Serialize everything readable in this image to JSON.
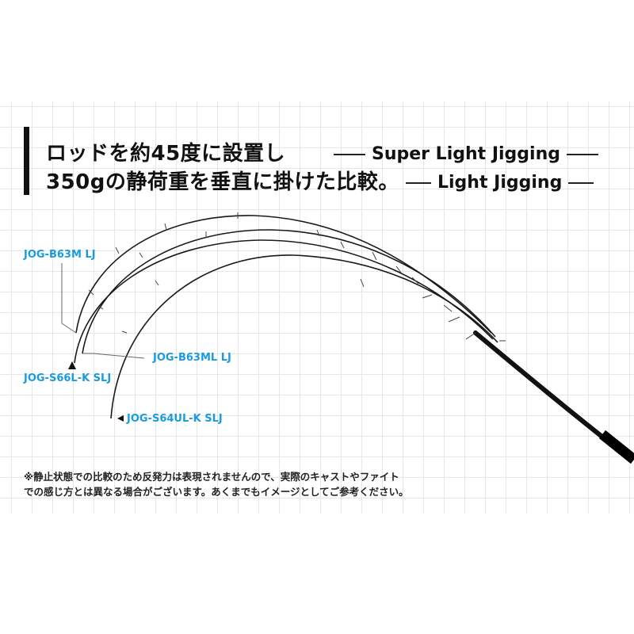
{
  "headline": {
    "line1": "ロッドを約45度に設置し",
    "line2": "350gの静荷重を垂直に掛けた比較。"
  },
  "legend": {
    "super_light": "Super Light Jigging",
    "light": "Light Jigging"
  },
  "models": {
    "b63m": "JOG-B63M LJ",
    "b63ml": "JOG-B63ML LJ",
    "s66l": "JOG-S66L-K SLJ",
    "s64ul": "JOG-S64UL-K SLJ"
  },
  "disclaimer": {
    "line1": "※静止状態での比較のため反発力は表現されませんので、実際のキャストやファイト",
    "line2": "での感じ方とは異なる場合がございます。あくまでもイメージとしてご参考ください。"
  },
  "colors": {
    "label_blue": "#1a9be0",
    "rod_black": "#111111",
    "grid": "#e6e6e6"
  }
}
